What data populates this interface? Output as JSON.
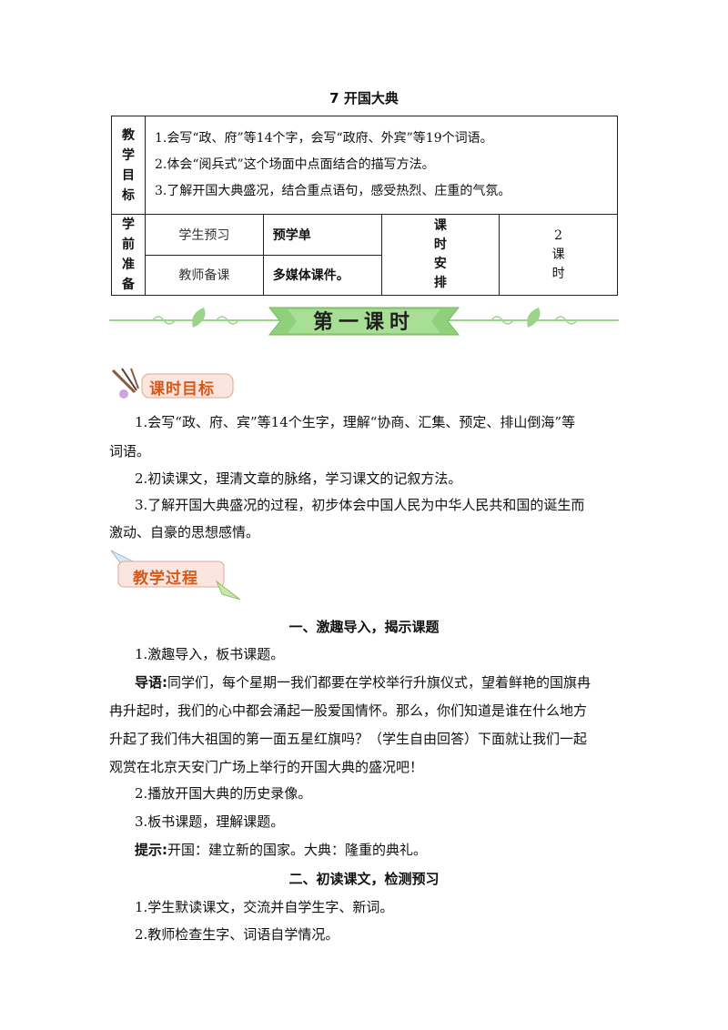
{
  "document": {
    "title": "7  开国大典"
  },
  "plan_table": {
    "goals_header": [
      "教",
      "学",
      "目",
      "标"
    ],
    "goals": [
      "1.会写“政、府”等14个字，会写“政府、外宾”等19个词语。",
      "2.体会“阅兵式”这个场面中点面结合的描写方法。",
      "3.了解开国大典盛况，结合重点语句，感受热烈、庄重的气氛。"
    ],
    "prep_header": [
      "学",
      "前",
      "准",
      "备"
    ],
    "prep_rows": [
      {
        "label": "学生预习",
        "value": "预学单"
      },
      {
        "label": "教师备课",
        "value": "多媒体课件。"
      }
    ],
    "schedule_header": [
      "课",
      "时",
      "安",
      "排"
    ],
    "schedule_value": [
      "2",
      "课",
      "时"
    ]
  },
  "banner": {
    "text": "第一课时"
  },
  "badges": {
    "objectives": "课时目标",
    "process": "教学过程"
  },
  "objectives": {
    "item1_line1": "1.会写“政、府、宾”等14个生字，理解“协商、汇集、预定、排山倒海”等",
    "item1_line2": "词语。",
    "item2": "2.初读课文，理清文章的脉络，学习课文的记叙方法。",
    "item3_line1": "3.了解开国大典盛况的过程，初步体会中国人民为中华人民共和国的诞生而",
    "item3_line2": "激动、自豪的思想感情。"
  },
  "process": {
    "section1_heading": "一、激趣导入，揭示课题",
    "step1": "1.激趣导入，板书课题。",
    "intro_label": "导语:",
    "intro_line1": "同学们，每个星期一我们都要在学校举行升旗仪式，望着鲜艳的国旗冉",
    "intro_line2": "冉升起时，我们的心中都会涌起一股爱国情怀。那么，你们知道是谁在什么地方",
    "intro_line3": "升起了我们伟大祖国的第一面五星红旗吗？（学生自由回答）下面就让我们一起",
    "intro_line4": "观赏在北京天安门广场上举行的开国大典的盛况吧！",
    "step2": "2.播放开国大典的历史录像。",
    "step3": "3.板书课题，理解课题。",
    "tip_label": "提示:",
    "tip_text": "开国：建立新的国家。大典：隆重的典礼。",
    "section2_heading": "二、初读课文，检测预习",
    "step4": "1.学生默读课文，交流并自学生字、新词。",
    "step5": "2.教师检查生字、词语自学情况。"
  },
  "colors": {
    "banner_green": "#8fd17a",
    "leaf_green": "#9bd48a",
    "badge_bg": "#fbe6df",
    "badge_text": "#d45a1c"
  }
}
